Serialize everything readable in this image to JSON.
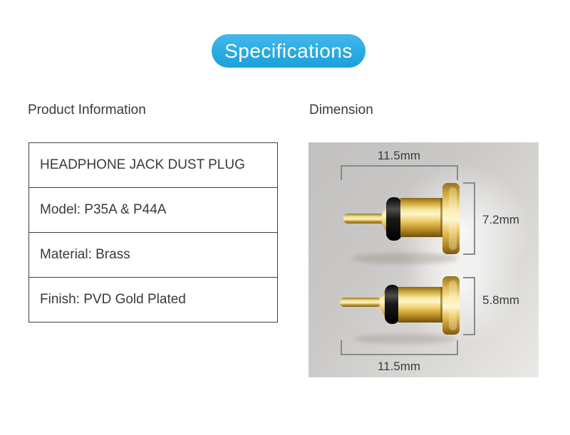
{
  "badge": {
    "label": "Specifications"
  },
  "sections": {
    "product_info": {
      "heading": "Product Information",
      "rows": [
        "HEADPHONE JACK DUST PLUG",
        "Model: P35A & P44A",
        "Material: Brass",
        "Finish: PVD Gold Plated"
      ]
    },
    "dimension": {
      "heading": "Dimension",
      "measurements": {
        "top_plug_width": "11.5mm",
        "top_plug_height": "7.2mm",
        "bottom_plug_height": "5.8mm",
        "bottom_plug_width": "11.5mm"
      }
    }
  },
  "colors": {
    "badge_blue": "#29abe2",
    "text_dark": "#3a3a3a",
    "table_border": "#3f3f3f",
    "dimension_line_gray": "#8a8a8a",
    "photo_background_gray": "#cbc9c7",
    "plug_gold": "#e6bf4e",
    "o_ring_black": "#141414"
  }
}
